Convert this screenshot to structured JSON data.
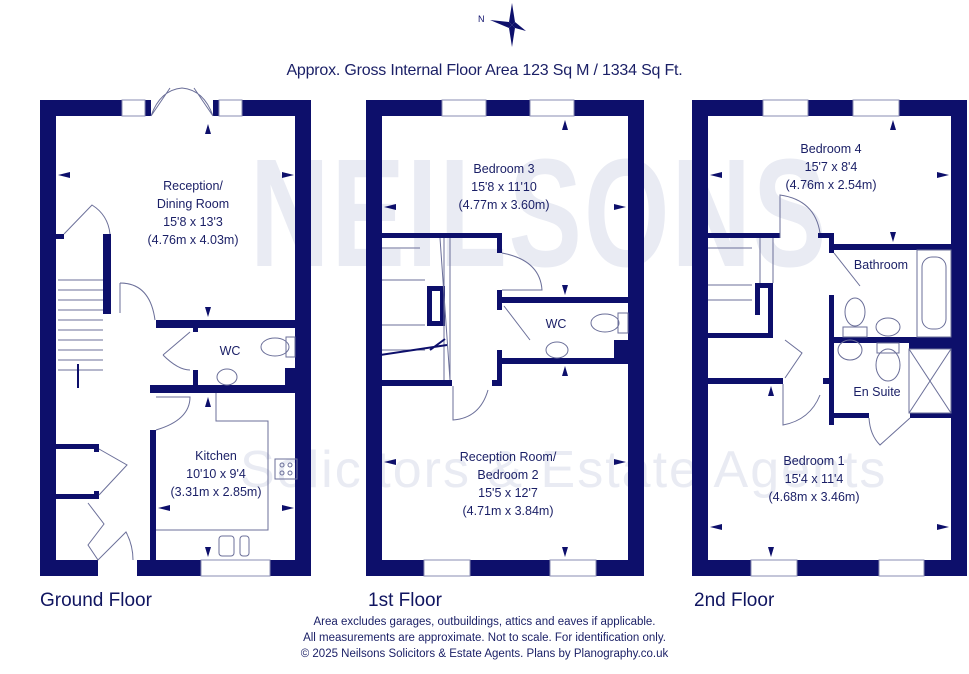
{
  "compass": {
    "icon": "compass-rose-icon",
    "north_label": "N"
  },
  "header": {
    "area_text": "Approx. Gross Internal Floor Area 123 Sq M / 1334 Sq Ft."
  },
  "watermark": {
    "brand_text": "NEILSONS",
    "sub_text": "Solicitors & Estate Agents"
  },
  "floors": [
    {
      "label": "Ground Floor",
      "rooms": [
        {
          "name": "Reception/",
          "name2": "Dining Room",
          "imperial": "15'8 x 13'3",
          "metric": "(4.76m x 4.03m)"
        },
        {
          "name": "WC"
        },
        {
          "name": "Kitchen",
          "imperial": "10'10 x 9'4",
          "metric": "(3.31m x 2.85m)"
        }
      ]
    },
    {
      "label": "1st Floor",
      "rooms": [
        {
          "name": "Bedroom 3",
          "imperial": "15'8 x 11'10",
          "metric": "(4.77m x 3.60m)"
        },
        {
          "name": "WC"
        },
        {
          "name": "Reception Room/",
          "name2": "Bedroom 2",
          "imperial": "15'5 x 12'7",
          "metric": "(4.71m x 3.84m)"
        }
      ]
    },
    {
      "label": "2nd Floor",
      "rooms": [
        {
          "name": "Bedroom 4",
          "imperial": "15'7 x 8'4",
          "metric": "(4.76m x 2.54m)"
        },
        {
          "name": "Bathroom"
        },
        {
          "name": "En Suite"
        },
        {
          "name": "Bedroom 1",
          "imperial": "15'4 x 11'4",
          "metric": "(4.68m x 3.46m)"
        }
      ]
    }
  ],
  "footer": {
    "line1": "Area excludes garages, outbuildings, attics and eaves if applicable.",
    "line2": "All measurements are approximate. Not to scale. For identification only.",
    "line3": "© 2025 Neilsons Solicitors & Estate Agents. Plans by Planography.co.uk"
  },
  "colors": {
    "wall": "#0d0f6b",
    "text": "#1a1f66",
    "fixture": "#6b6f99",
    "watermark": "#e9ebf3"
  }
}
